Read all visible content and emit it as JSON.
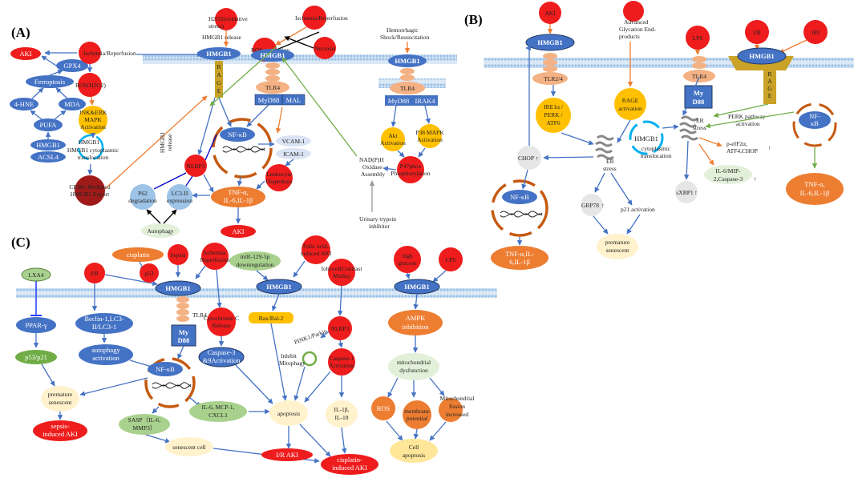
{
  "panels": {
    "a": "(A)",
    "b": "(B)",
    "c": "(C)"
  },
  "a": {
    "aki": "AKI",
    "gpx4": "GPX4",
    "ferroptosis": "Ferroptosis",
    "hne": "4-HNE",
    "mda": "MDA",
    "pufa": "PUFA",
    "hmgb1": "HMGB1",
    "acsl4": "ACSL4",
    "ischemia1": "Ischemia/Reperfusion",
    "ros_h2o2": "ROS(H2O2)",
    "jnk": [
      "JNK&ERK",
      "MAPK",
      "Activation"
    ],
    "translocation": [
      "HMGB1 cytoplasmic",
      "translocation"
    ],
    "hmgb1_small": "HMGB1",
    "crm1": [
      "CRM1-Mediated",
      "HMGB1 Export"
    ],
    "h2o2": [
      "H2O2(oxidative",
      "stress)"
    ],
    "hmgb1_release": "HMGB1 release",
    "ros_gen": "ROS generation",
    "ischemia2": [
      "Ischemia/Reperfusion"
    ],
    "necrosis": "Necrosis",
    "rage_letters": [
      "R",
      "A",
      "G",
      "E"
    ],
    "hmgb1_l": "HMGB1",
    "hmgb1_r": "HMGB1",
    "tlr4": "TLR4",
    "myd88": "MyD88",
    "mal": "MAL",
    "nfkb": "NF-κB",
    "vcam": "VCAM-1",
    "icam": "ICAM-1",
    "nlrp3": "NLRP3",
    "leuko": [
      "Leukocyte",
      "Diapedesis"
    ],
    "tnf": [
      "TNF-α,",
      "IL-6,IL-1β"
    ],
    "aki2": "AKI",
    "p62": [
      "P62",
      "degradation"
    ],
    "lc3": [
      "LC3-II",
      "expression"
    ],
    "autophagy": "Autophagy",
    "hmgb1_rel_vert": [
      "HMGB1",
      "release"
    ],
    "hemorrhagic": [
      "Hemorrhagic",
      "Shock/Resuscitation"
    ],
    "hmgb1_hs": "HMGB1",
    "tlr4_hs": "TLR4",
    "myd88_hs": "MyD88",
    "irak4": "IRAK4",
    "akt": [
      "Akt",
      "Activation"
    ],
    "p38": [
      "P38 MAPK",
      "Activation"
    ],
    "p47": [
      "P47phox",
      "Phosphorylation"
    ],
    "nadph": [
      "NAD(P)H",
      "Oxidase",
      "Assembly"
    ],
    "urinary": [
      "Urinary trypsin",
      "inhibitor"
    ]
  },
  "b": {
    "aki": "AKI",
    "hmgb1": "HMGB1",
    "tlr24": "TLR2/4",
    "ire": [
      "IRE1α /",
      "PERK /",
      "ATF6"
    ],
    "age": [
      "Advanced",
      "Glycation End-",
      "products"
    ],
    "rage_act": [
      "RAGE",
      "activation"
    ],
    "lps": "LPS",
    "ir": "I/R",
    "iri": "IRI",
    "hmgb1_r": "HMGB1",
    "tlr4": "TLR4",
    "myd88": [
      "My",
      "D88"
    ],
    "rage_letters": [
      "R",
      "A",
      "G",
      "E"
    ],
    "perk": [
      "PERK pathway",
      "activation"
    ],
    "nfkb_r": [
      "NF-",
      "κB"
    ],
    "chop": "CHOP",
    "er1": [
      "ER",
      "stress"
    ],
    "hmgb1_trans": [
      "HMGB1",
      "cytoplasmic",
      "translocation"
    ],
    "hmgb1_small": "HMGB1",
    "er2": [
      "ER",
      "stress"
    ],
    "eif": [
      "p-eIF2α,",
      "ATF4,CHOP"
    ],
    "il6mip": [
      "IL-6/MIP-",
      "2,Caspase-3"
    ],
    "xbp1": "sXBP1",
    "nfkb_l": "NF-κB",
    "grp78": "GRP78",
    "p21": "p21 activation",
    "senescent": [
      "premature",
      "senescent"
    ],
    "tnf_l": [
      "TNF-α,IL-",
      "6,IL-1β"
    ],
    "tnf_r": [
      "TNF-α,",
      "IL-6,IL-1β"
    ],
    "up_arrow": "↑"
  },
  "c": {
    "lxa4": "LXA4",
    "ppar": "PPAR-γ",
    "p53p21": "p53/p21",
    "premature": [
      "premature",
      "senescent"
    ],
    "sepsis_aki": [
      "sepsis-",
      "induced AKI"
    ],
    "ir": "I/R",
    "beclin": [
      "Beclin-1,LC3-",
      "II/LC3-1"
    ],
    "autoph": [
      "autophagy",
      "activation"
    ],
    "cisplatin": "cisplatin",
    "sepsis": "Sepsis",
    "p53": "p53",
    "ischemia": [
      "Ischemia/",
      "Reperfusion"
    ],
    "hmgb1_1": "HMGB1",
    "tlr4": "TLR4",
    "myd88": [
      "My",
      "D88"
    ],
    "nfkb": "NF-κB",
    "sasp": [
      "SASP（IL-6,",
      "MMP3）"
    ],
    "il6mcp": [
      "IL-6, MCP-1,",
      "CXCL1"
    ],
    "senescent_cell": "senescent cell",
    "cytc": [
      "Cytochrome C",
      "Release"
    ],
    "casp39": [
      "Caspase-3",
      "&9Activation"
    ],
    "mir": [
      "miR-129-5p",
      "downregulation"
    ],
    "folic": [
      "Folic acid-",
      "induced AKI"
    ],
    "hmgb1_2": "HMGB1",
    "bax": "Bax/Bal-2",
    "iohexol": [
      "Iohexol(Contrast",
      "Media)"
    ],
    "nlrp3": "NLRP3",
    "pink": "PINK1/Parkin",
    "inhibit": [
      "Inhibit",
      "Mitophagy"
    ],
    "casp1": [
      "Caspase-1",
      "Activation"
    ],
    "apoptosis": "apoptosis",
    "il1b": [
      "IL-1β,",
      "IL-18"
    ],
    "ir_aki": "I/R AKI",
    "cis_aki": [
      "cisplatin-",
      "induced AKI"
    ],
    "glucose": [
      "high",
      "glucose"
    ],
    "lps": "LPS",
    "hmgb1_3": "HMGB1",
    "ampk": [
      "AMPK",
      "inhibition"
    ],
    "mito": [
      "mitochondrial",
      "dysfunction"
    ],
    "ros": "ROS",
    "membrane": [
      "membrane",
      "potential"
    ],
    "fission": [
      "Mitochondrial",
      "fission",
      "increased"
    ],
    "cell_apop": [
      "Cell",
      "apoptosis"
    ]
  },
  "colors": {
    "red": "#ee1c1c",
    "blue": "#4472c4",
    "orange": "#ed7d31",
    "yellow": "#ffc000",
    "green": "#70ad47",
    "lightgreen": "#a9d18e",
    "membrane": "#9dc3e6"
  }
}
